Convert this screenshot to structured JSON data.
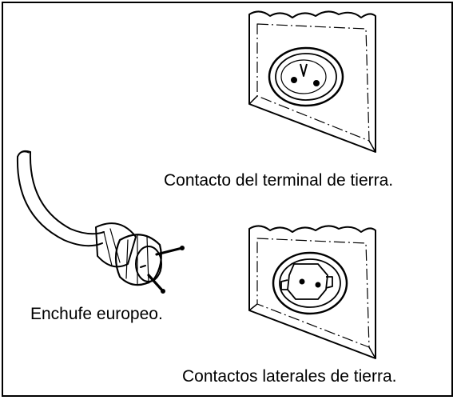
{
  "captions": {
    "earth_terminal": "Contacto del terminal de tierra.",
    "european_plug": "Enchufe europeo.",
    "side_earth_contacts": "Contactos laterales de tierra."
  }
}
